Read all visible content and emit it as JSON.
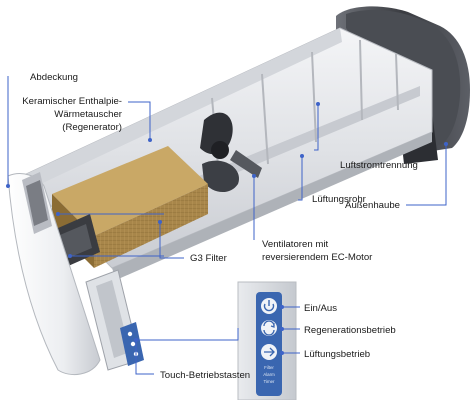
{
  "labels": {
    "cover": "Abdeckung",
    "heat_exchanger_line1": "Keramischer Enthalpie-",
    "heat_exchanger_line2": "Wärmetauscher",
    "heat_exchanger_line3": "(Regenerator)",
    "airflow_separation": "Luftstromtrennung",
    "ventilation_pipe": "Lüftungsrohr",
    "outer_hood": "Außenhaube",
    "fans_line1": "Ventilatoren mit",
    "fans_line2": "reversierendem EC-Motor",
    "filter": "G3 Filter",
    "touch_buttons": "Touch-Betriebstasten",
    "on_off": "Ein/Aus",
    "regeneration_mode": "Regenerationsbetrieb",
    "ventilation_mode": "Lüftungsbetrieb"
  },
  "panel_text": {
    "line1": "Filter",
    "line2": "Alarm",
    "line3": "Timer"
  },
  "colors": {
    "leader": "#3e63c8",
    "regenerator": "#a8864a",
    "panel": "#3a66b0"
  },
  "icons": [
    "power-icon",
    "regeneration-icon",
    "ventilation-icon"
  ]
}
